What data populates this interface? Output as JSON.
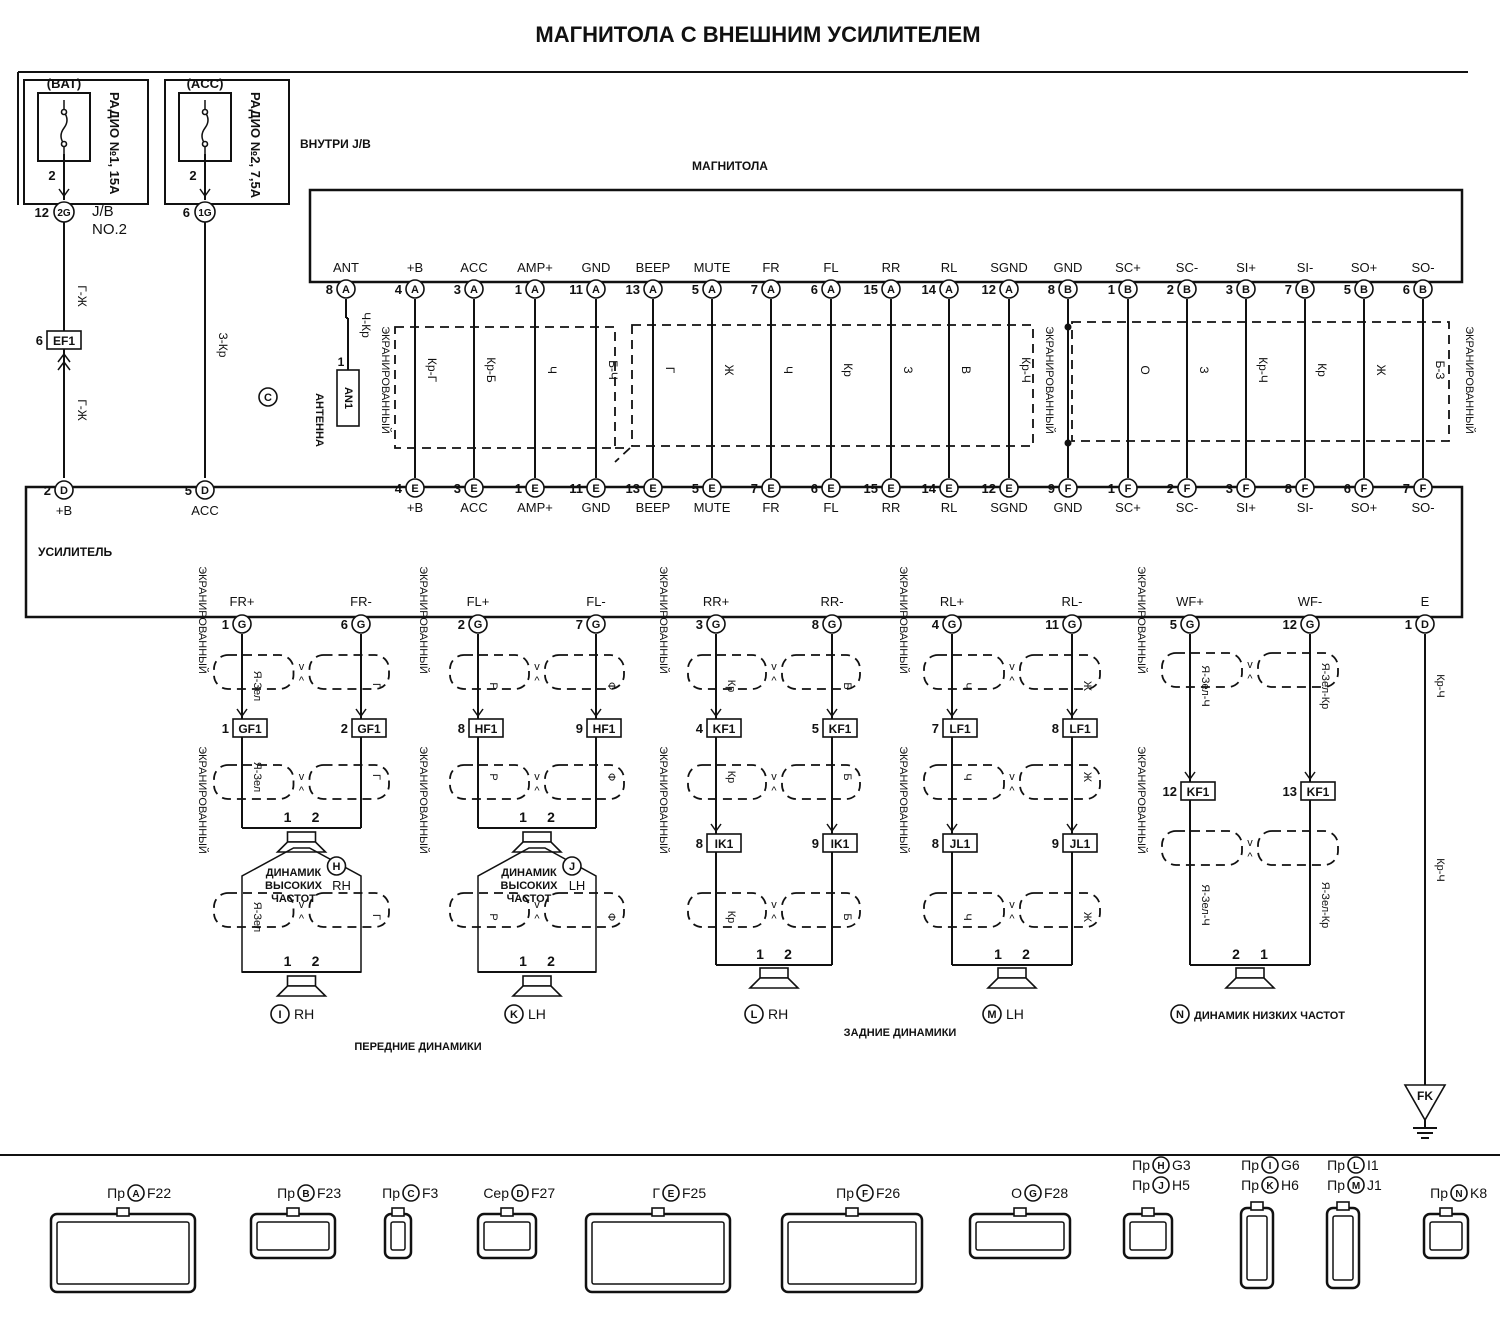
{
  "title": "МАГНИТОЛА С ВНЕШНИМ УСИЛИТЕЛЕМ",
  "fuses": [
    {
      "src": "(BAT)",
      "name": "РАДИО №1, 15A",
      "pin": "2",
      "conn_pin": "12",
      "conn": "2G"
    },
    {
      "src": "(ACC)",
      "name": "РАДИО №2, 7,5A",
      "pin": "2",
      "conn_pin": "6",
      "conn": "1G"
    }
  ],
  "jb_label": "J/B NO.2",
  "inner_jb": "ВНУТРИ J/B",
  "head_unit": "МАГНИТОЛА",
  "amplifier": "УСИЛИТЕЛЬ",
  "antenna_label": "АНТЕННА",
  "antenna_box": "AN1",
  "shielded": "ЭКРАНИРОВАННЫЙ",
  "c_marker": "C",
  "left_wires": [
    {
      "color": "Г-Ж",
      "splice": "EF1",
      "splice_pin": "6",
      "bottom_pin": "2",
      "bottom_conn": "D",
      "bottom_label": "+B"
    },
    {
      "color": "З-Кр",
      "bottom_pin": "5",
      "bottom_conn": "D",
      "bottom_label": "ACC"
    }
  ],
  "head_pins": [
    {
      "label": "ANT",
      "pin": "8",
      "conn": "A",
      "color": "Ч-Кр"
    },
    {
      "label": "+B",
      "pin": "4",
      "conn": "A",
      "color": "Кр-Г",
      "bpin": "4",
      "bconn": "E",
      "blabel": "+B"
    },
    {
      "label": "ACC",
      "pin": "3",
      "conn": "A",
      "color": "Кр-Б",
      "bpin": "3",
      "bconn": "E",
      "blabel": "ACC"
    },
    {
      "label": "AMP+",
      "pin": "1",
      "conn": "A",
      "color": "Ч",
      "bpin": "1",
      "bconn": "E",
      "blabel": "AMP+"
    },
    {
      "label": "GND",
      "pin": "11",
      "conn": "A",
      "color": "Б-Ч",
      "bpin": "11",
      "bconn": "E",
      "blabel": "GND"
    },
    {
      "label": "BEEP",
      "pin": "13",
      "conn": "A",
      "color": "Г",
      "bpin": "13",
      "bconn": "E",
      "blabel": "BEEP"
    },
    {
      "label": "MUTE",
      "pin": "5",
      "conn": "A",
      "color": "Ж",
      "bpin": "5",
      "bconn": "E",
      "blabel": "MUTE"
    },
    {
      "label": "FR",
      "pin": "7",
      "conn": "A",
      "color": "Ч",
      "bpin": "7",
      "bconn": "E",
      "blabel": "FR"
    },
    {
      "label": "FL",
      "pin": "6",
      "conn": "A",
      "color": "Кр",
      "bpin": "6",
      "bconn": "E",
      "blabel": "FL"
    },
    {
      "label": "RR",
      "pin": "15",
      "conn": "A",
      "color": "З",
      "bpin": "15",
      "bconn": "E",
      "blabel": "RR"
    },
    {
      "label": "RL",
      "pin": "14",
      "conn": "A",
      "color": "В",
      "bpin": "14",
      "bconn": "E",
      "blabel": "RL"
    },
    {
      "label": "SGND",
      "pin": "12",
      "conn": "A",
      "color": "Кр-Ч",
      "bpin": "12",
      "bconn": "E",
      "blabel": "SGND"
    },
    {
      "label": "GND",
      "pin": "8",
      "conn": "B",
      "color": "",
      "bpin": "9",
      "bconn": "F",
      "blabel": "GND"
    },
    {
      "label": "SC+",
      "pin": "1",
      "conn": "B",
      "color": "О",
      "bpin": "1",
      "bconn": "F",
      "blabel": "SC+"
    },
    {
      "label": "SC-",
      "pin": "2",
      "conn": "B",
      "color": "З",
      "bpin": "2",
      "bconn": "F",
      "blabel": "SC-"
    },
    {
      "label": "SI+",
      "pin": "3",
      "conn": "B",
      "color": "Кр-Ч",
      "bpin": "3",
      "bconn": "F",
      "blabel": "SI+"
    },
    {
      "label": "SI-",
      "pin": "7",
      "conn": "B",
      "color": "Кр",
      "bpin": "8",
      "bconn": "F",
      "blabel": "SI-"
    },
    {
      "label": "SO+",
      "pin": "5",
      "conn": "B",
      "color": "Ж",
      "bpin": "6",
      "bconn": "F",
      "blabel": "SO+"
    },
    {
      "label": "SO-",
      "pin": "6",
      "conn": "B",
      "color": "Б-З",
      "bpin": "7",
      "bconn": "F",
      "blabel": "SO-"
    }
  ],
  "amp_out": [
    {
      "label": "FR+",
      "pin": "1",
      "conn": "G",
      "c1": "Я-Зел",
      "splice": "GF1",
      "sp": "1",
      "c2": "Я-Зел",
      "c3": "Я-Зел"
    },
    {
      "label": "FR-",
      "pin": "6",
      "conn": "G",
      "c1": "Г",
      "splice": "GF1",
      "sp": "2",
      "c2": "Г",
      "c3": "Г"
    },
    {
      "label": "FL+",
      "pin": "2",
      "conn": "G",
      "c1": "Р",
      "splice": "HF1",
      "sp": "8",
      "c2": "Р",
      "c3": "Р"
    },
    {
      "label": "FL-",
      "pin": "7",
      "conn": "G",
      "c1": "Ф",
      "splice": "HF1",
      "sp": "9",
      "c2": "Ф",
      "c3": "Ф"
    },
    {
      "label": "RR+",
      "pin": "3",
      "conn": "G",
      "c1": "Кр",
      "splice": "KF1",
      "sp": "4",
      "c2": "Кр",
      "splice2": "IK1",
      "sp2": "8",
      "c3": "Кр"
    },
    {
      "label": "RR-",
      "pin": "8",
      "conn": "G",
      "c1": "Б",
      "splice": "KF1",
      "sp": "5",
      "c2": "Б",
      "splice2": "IK1",
      "sp2": "9",
      "c3": "Б"
    },
    {
      "label": "RL+",
      "pin": "4",
      "conn": "G",
      "c1": "Ч",
      "splice": "LF1",
      "sp": "7",
      "c2": "Ч",
      "splice2": "JL1",
      "sp2": "8",
      "c3": "Ч"
    },
    {
      "label": "RL-",
      "pin": "11",
      "conn": "G",
      "c1": "Ж",
      "splice": "LF1",
      "sp": "8",
      "c2": "Ж",
      "splice2": "JL1",
      "sp2": "9",
      "c3": "Ж"
    },
    {
      "label": "WF+",
      "pin": "5",
      "conn": "G",
      "c1": "Я-Зел-Ч",
      "splice": "KF1",
      "sp": "12",
      "c3": "Я-Зел-Ч"
    },
    {
      "label": "WF-",
      "pin": "12",
      "conn": "G",
      "c1": "Я-Зел-Кр",
      "splice": "KF1",
      "sp": "13",
      "c3": "Я-Зел-Кр"
    },
    {
      "label": "E",
      "pin": "1",
      "conn": "D",
      "c1": "Кр-Ч",
      "c3": "Кр-Ч"
    }
  ],
  "tweeters": [
    {
      "conn": "H",
      "text1": "ДИНАМИК",
      "text2": "ВЫСОКИХ",
      "text3": "ЧАСТОТ",
      "side": "RH"
    },
    {
      "conn": "J",
      "text1": "ДИНАМИК",
      "text2": "ВЫСОКИХ",
      "text3": "ЧАСТОТ",
      "side": "LH"
    }
  ],
  "speakers": [
    {
      "conn": "I",
      "side": "RH"
    },
    {
      "conn": "K",
      "side": "LH"
    },
    {
      "conn": "L",
      "side": "RH"
    },
    {
      "conn": "M",
      "side": "LH"
    },
    {
      "conn": "N",
      "side": "ДИНАМИК НИЗКИХ ЧАСТОТ"
    }
  ],
  "speaker_pins": [
    "1",
    "2"
  ],
  "subwoofer_pins": [
    "2",
    "1"
  ],
  "front_label": "ПЕРЕДНИЕ ДИНАМИКИ",
  "rear_label": "ЗАДНИЕ ДИНАМИКИ",
  "ground": "FK",
  "connectors": [
    {
      "prefix": "Пр",
      "letter": "A",
      "code": "F22"
    },
    {
      "prefix": "Пр",
      "letter": "B",
      "code": "F23"
    },
    {
      "prefix": "Пр",
      "letter": "C",
      "code": "F3"
    },
    {
      "prefix": "Сер",
      "letter": "D",
      "code": "F27"
    },
    {
      "prefix": "Г",
      "letter": "E",
      "code": "F25"
    },
    {
      "prefix": "Пр",
      "letter": "F",
      "code": "F26"
    },
    {
      "prefix": "О",
      "letter": "G",
      "code": "F28"
    },
    {
      "prefix": "Пр",
      "letter": "H",
      "code": "G3",
      "prefix2": "Пр",
      "letter2": "J",
      "code2": "H5"
    },
    {
      "prefix": "Пр",
      "letter": "I",
      "code": "G6",
      "prefix2": "Пр",
      "letter2": "K",
      "code2": "H6"
    },
    {
      "prefix": "Пр",
      "letter": "L",
      "code": "I1",
      "prefix2": "Пр",
      "letter2": "M",
      "code2": "J1"
    },
    {
      "prefix": "Пр",
      "letter": "N",
      "code": "K8"
    }
  ]
}
